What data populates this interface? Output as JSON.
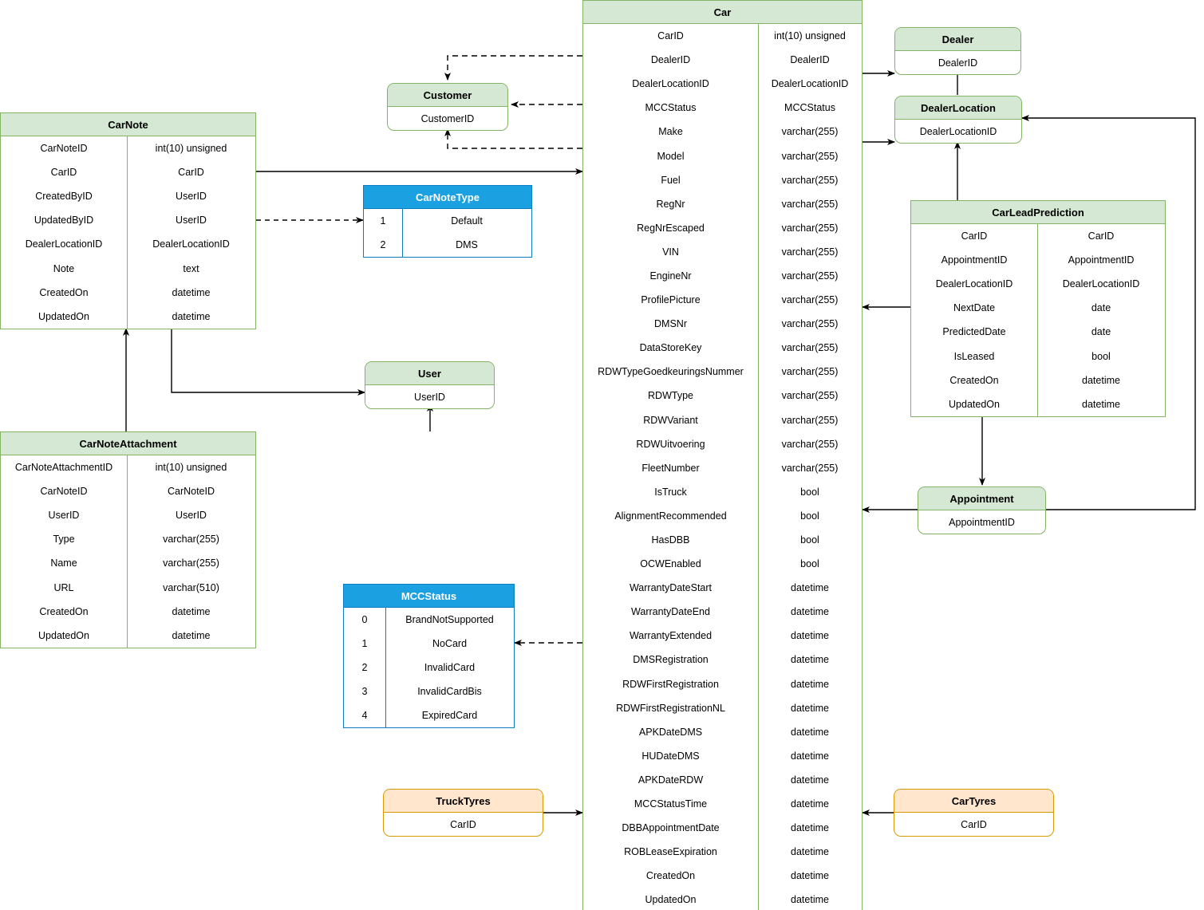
{
  "diagram": {
    "title": "Car database entity relationship diagram",
    "colors": {
      "green_fill": "#d5e8d4",
      "green_stroke": "#82b366",
      "blue_fill": "#1ba1e2",
      "blue_stroke": "#0e7dc2",
      "orange_fill": "#ffe6cc",
      "orange_stroke": "#d79b00",
      "edge": "#000000"
    }
  },
  "tables": {
    "car": {
      "name": "Car",
      "columns": [
        {
          "field": "CarID",
          "type": "int(10) unsigned"
        },
        {
          "field": "DealerID",
          "type": "DealerID"
        },
        {
          "field": "DealerLocationID",
          "type": "DealerLocationID"
        },
        {
          "field": "MCCStatus",
          "type": "MCCStatus"
        },
        {
          "field": "Make",
          "type": "varchar(255)"
        },
        {
          "field": "Model",
          "type": "varchar(255)"
        },
        {
          "field": "Fuel",
          "type": "varchar(255)"
        },
        {
          "field": "RegNr",
          "type": "varchar(255)"
        },
        {
          "field": "RegNrEscaped",
          "type": "varchar(255)"
        },
        {
          "field": "VIN",
          "type": "varchar(255)"
        },
        {
          "field": "EngineNr",
          "type": "varchar(255)"
        },
        {
          "field": "ProfilePicture",
          "type": "varchar(255)"
        },
        {
          "field": "DMSNr",
          "type": "varchar(255)"
        },
        {
          "field": "DataStoreKey",
          "type": "varchar(255)"
        },
        {
          "field": "RDWTypeGoedkeuringsNummer",
          "type": "varchar(255)"
        },
        {
          "field": "RDWType",
          "type": "varchar(255)"
        },
        {
          "field": "RDWVariant",
          "type": "varchar(255)"
        },
        {
          "field": "RDWUitvoering",
          "type": "varchar(255)"
        },
        {
          "field": "FleetNumber",
          "type": "varchar(255)"
        },
        {
          "field": "IsTruck",
          "type": "bool"
        },
        {
          "field": "AlignmentRecommended",
          "type": "bool"
        },
        {
          "field": "HasDBB",
          "type": "bool"
        },
        {
          "field": "OCWEnabled",
          "type": "bool"
        },
        {
          "field": "WarrantyDateStart",
          "type": "datetime"
        },
        {
          "field": "WarrantyDateEnd",
          "type": "datetime"
        },
        {
          "field": "WarrantyExtended",
          "type": "datetime"
        },
        {
          "field": "DMSRegistration",
          "type": "datetime"
        },
        {
          "field": "RDWFirstRegistration",
          "type": "datetime"
        },
        {
          "field": "RDWFirstRegistrationNL",
          "type": "datetime"
        },
        {
          "field": "APKDateDMS",
          "type": "datetime"
        },
        {
          "field": "HUDateDMS",
          "type": "datetime"
        },
        {
          "field": "APKDateRDW",
          "type": "datetime"
        },
        {
          "field": "MCCStatusTime",
          "type": "datetime"
        },
        {
          "field": "DBBAppointmentDate",
          "type": "datetime"
        },
        {
          "field": "ROBLeaseExpiration",
          "type": "datetime"
        },
        {
          "field": "CreatedOn",
          "type": "datetime"
        },
        {
          "field": "UpdatedOn",
          "type": "datetime"
        }
      ]
    },
    "car_note": {
      "name": "CarNote",
      "columns": [
        {
          "field": "CarNoteID",
          "type": "int(10) unsigned"
        },
        {
          "field": "CarID",
          "type": "CarID"
        },
        {
          "field": "CreatedByID",
          "type": "UserID"
        },
        {
          "field": "UpdatedByID",
          "type": "UserID"
        },
        {
          "field": "DealerLocationID",
          "type": "DealerLocationID"
        },
        {
          "field": "Note",
          "type": "text"
        },
        {
          "field": "CreatedOn",
          "type": "datetime"
        },
        {
          "field": "UpdatedOn",
          "type": "datetime"
        }
      ]
    },
    "car_note_attachment": {
      "name": "CarNoteAttachment",
      "columns": [
        {
          "field": "CarNoteAttachmentID",
          "type": "int(10) unsigned"
        },
        {
          "field": "CarNoteID",
          "type": "CarNoteID"
        },
        {
          "field": "UserID",
          "type": "UserID"
        },
        {
          "field": "Type",
          "type": "varchar(255)"
        },
        {
          "field": "Name",
          "type": "varchar(255)"
        },
        {
          "field": "URL",
          "type": "varchar(510)"
        },
        {
          "field": "CreatedOn",
          "type": "datetime"
        },
        {
          "field": "UpdatedOn",
          "type": "datetime"
        }
      ]
    },
    "car_note_type": {
      "name": "CarNoteType",
      "columns": [
        {
          "field": "1",
          "type": "Default"
        },
        {
          "field": "2",
          "type": "DMS"
        }
      ]
    },
    "mcc_status": {
      "name": "MCCStatus",
      "columns": [
        {
          "field": "0",
          "type": "BrandNotSupported"
        },
        {
          "field": "1",
          "type": "NoCard"
        },
        {
          "field": "2",
          "type": "InvalidCard"
        },
        {
          "field": "3",
          "type": "InvalidCardBis"
        },
        {
          "field": "4",
          "type": "ExpiredCard"
        }
      ]
    },
    "customer": {
      "name": "Customer",
      "columns": [
        {
          "field": "CustomerID"
        }
      ]
    },
    "user": {
      "name": "User",
      "columns": [
        {
          "field": "UserID"
        }
      ]
    },
    "dealer": {
      "name": "Dealer",
      "columns": [
        {
          "field": "DealerID"
        }
      ]
    },
    "dealer_location": {
      "name": "DealerLocation",
      "columns": [
        {
          "field": "DealerLocationID"
        }
      ]
    },
    "appointment": {
      "name": "Appointment",
      "columns": [
        {
          "field": "AppointmentID"
        }
      ]
    },
    "car_lead_prediction": {
      "name": "CarLeadPrediction",
      "columns": [
        {
          "field": "CarID",
          "type": "CarID"
        },
        {
          "field": "AppointmentID",
          "type": "AppointmentID"
        },
        {
          "field": "DealerLocationID",
          "type": "DealerLocationID"
        },
        {
          "field": "NextDate",
          "type": "date"
        },
        {
          "field": "PredictedDate",
          "type": "date"
        },
        {
          "field": "IsLeased",
          "type": "bool"
        },
        {
          "field": "CreatedOn",
          "type": "datetime"
        },
        {
          "field": "UpdatedOn",
          "type": "datetime"
        }
      ]
    },
    "truck_tyres": {
      "name": "TruckTyres",
      "columns": [
        {
          "field": "CarID"
        }
      ]
    },
    "car_tyres": {
      "name": "CarTyres",
      "columns": [
        {
          "field": "CarID"
        }
      ]
    }
  }
}
